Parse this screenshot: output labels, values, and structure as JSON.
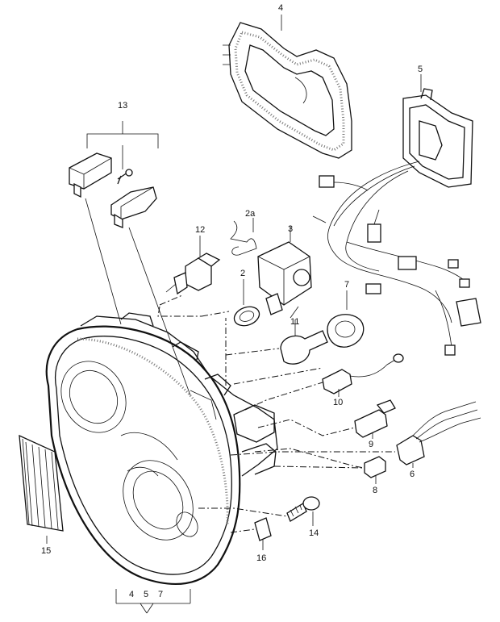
{
  "callouts": {
    "c1": "4",
    "c2": "5",
    "c3": "13",
    "c4": "2a",
    "c5": "12",
    "c6": "3",
    "c7": "2",
    "c8": "7",
    "c9": "11",
    "c10": "10",
    "c11": "9",
    "c12": "6",
    "c13": "8",
    "c14": "14",
    "c15": "16",
    "c16": "15",
    "c17": "4",
    "c18": "5",
    "c19": "7"
  }
}
